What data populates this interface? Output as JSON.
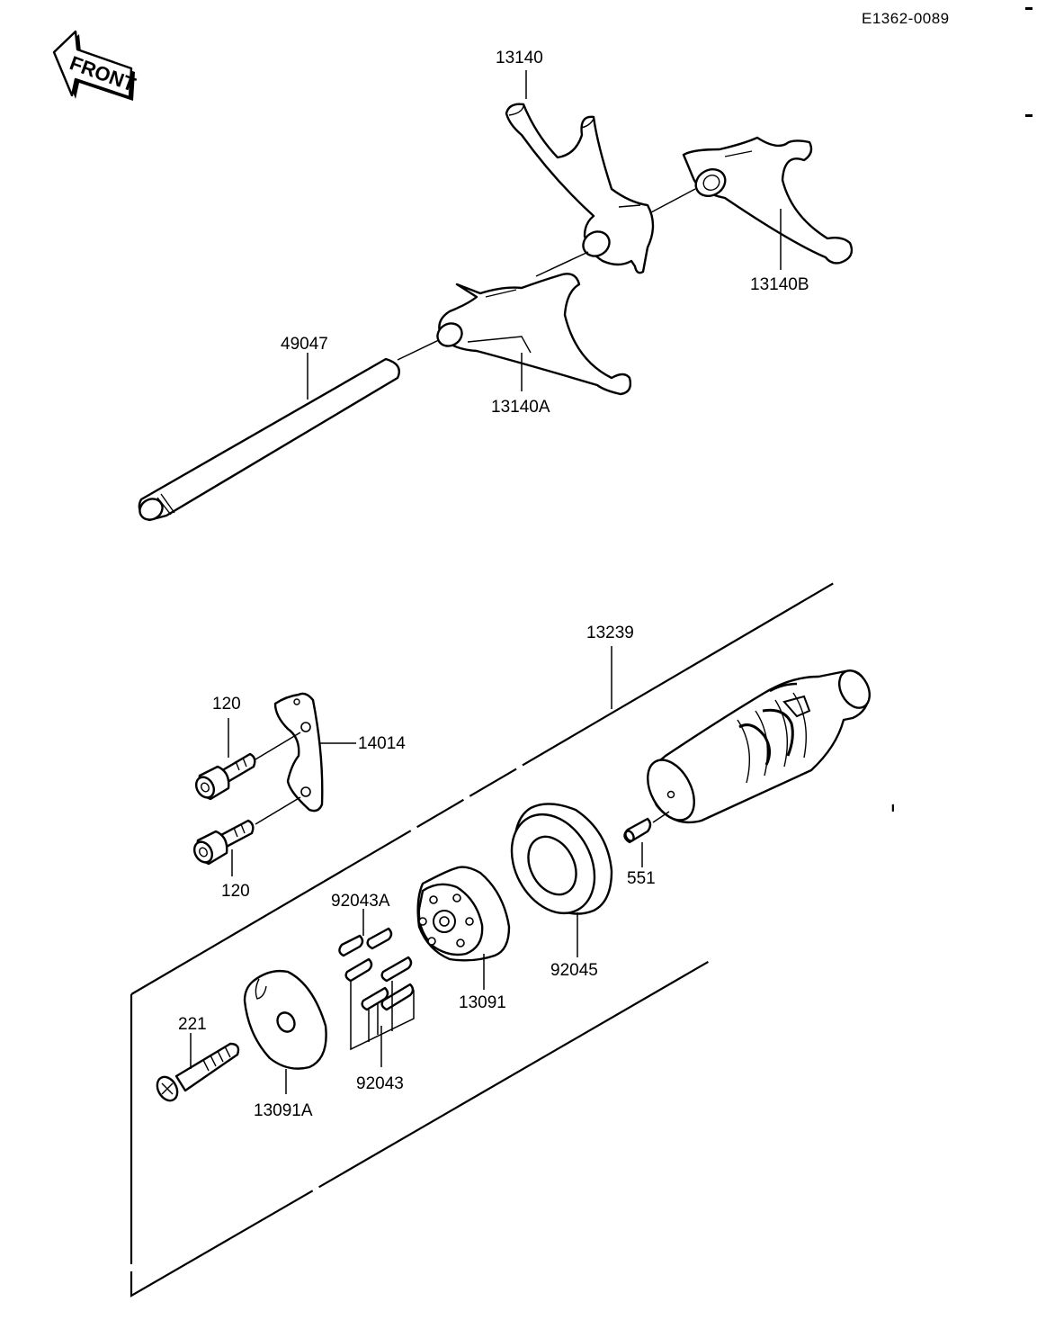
{
  "document_code": "E1362-0089",
  "front_indicator": "FRONT",
  "parts": {
    "p13140": "13140",
    "p13140B": "13140B",
    "p13140A": "13140A",
    "p49047": "49047",
    "p13239": "13239",
    "p14014": "14014",
    "p120_top": "120",
    "p120_bottom": "120",
    "p551": "551",
    "p92045": "92045",
    "p92043A": "92043A",
    "p92043": "92043",
    "p13091": "13091",
    "p221": "221",
    "p13091A": "13091A"
  }
}
